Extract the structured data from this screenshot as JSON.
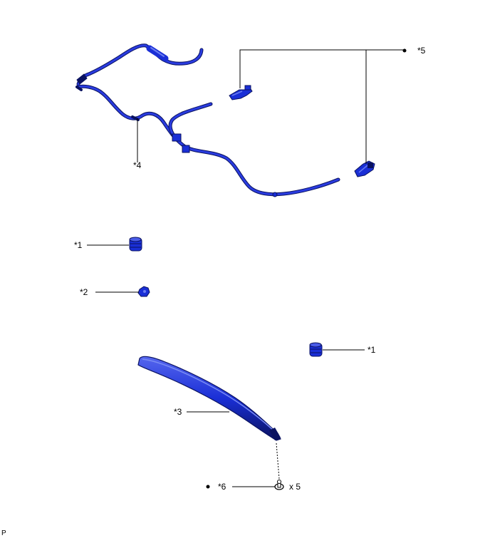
{
  "colors": {
    "part_fill": "#1a2fd6",
    "part_dark": "#0a1260",
    "part_highlight": "#6a7cf0",
    "leader": "#000000",
    "background": "#ffffff"
  },
  "callouts": {
    "c1_left": "*1",
    "c1_right": "*1",
    "c2": "*2",
    "c3": "*3",
    "c4": "*4",
    "c5": "*5",
    "c6": "*6"
  },
  "quantity": "x 5",
  "corner_mark": "P",
  "bullet_glyph": "●"
}
